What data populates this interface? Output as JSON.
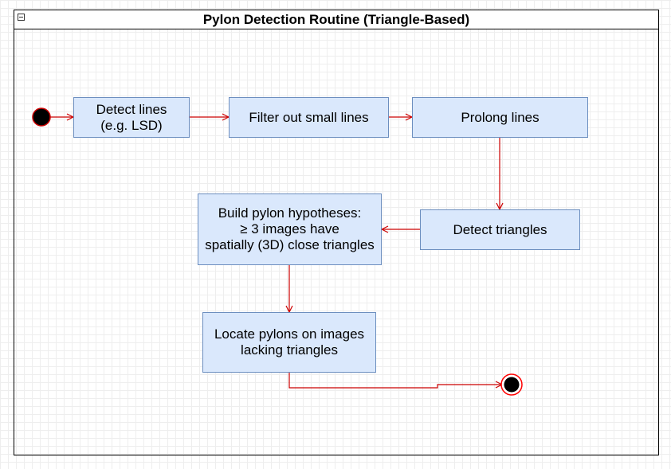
{
  "diagram": {
    "title": "Pylon Detection Routine (Triangle-Based)",
    "colors": {
      "node_fill": "#dae8fc",
      "node_border": "#6c8ebf",
      "edge": "#cc0000",
      "initial_fill": "#000000",
      "initial_border": "#cc0000",
      "final_ring": "#ff0000",
      "frame_border": "#000000"
    },
    "nodes": {
      "detect_lines": "Detect lines\n(e.g. LSD)",
      "filter_lines": "Filter out small lines",
      "prolong_lines": "Prolong lines",
      "detect_triangles": "Detect triangles",
      "build_hypotheses": "Build pylon hypotheses:\n≥ 3 images have\nspatially (3D) close triangles",
      "locate_pylons": "Locate pylons on images\nlacking triangles"
    },
    "edges": [
      {
        "from": "initial-node",
        "to": "detect_lines"
      },
      {
        "from": "detect_lines",
        "to": "filter_lines"
      },
      {
        "from": "filter_lines",
        "to": "prolong_lines"
      },
      {
        "from": "prolong_lines",
        "to": "detect_triangles"
      },
      {
        "from": "detect_triangles",
        "to": "build_hypotheses"
      },
      {
        "from": "build_hypotheses",
        "to": "locate_pylons"
      },
      {
        "from": "locate_pylons",
        "to": "final-node"
      }
    ]
  }
}
